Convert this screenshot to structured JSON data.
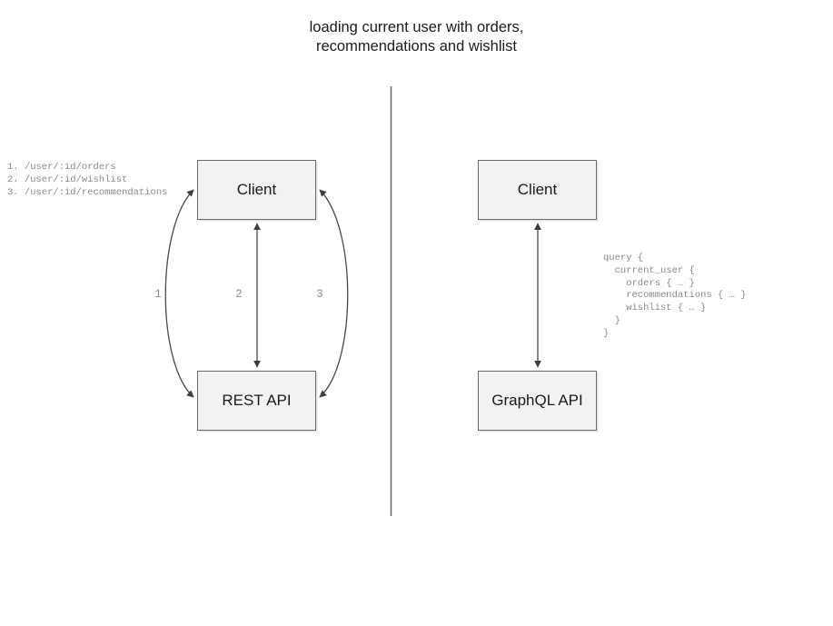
{
  "title": "loading current user with orders,\nrecommendations and wishlist",
  "divider": {
    "name": "vertical-divider",
    "color": "#6f6f6f"
  },
  "rest_side": {
    "client_label": "Client",
    "api_label": "REST API",
    "endpoints": "1. /user/:id/orders\n2. /user/:id/wishlist\n3. /user/:id/recommendations",
    "edge_labels": [
      "1",
      "2",
      "3"
    ]
  },
  "graphql_side": {
    "client_label": "Client",
    "api_label": "GraphQL API",
    "query": "query {\n  current_user {\n    orders { … }\n    recommendations { … }\n    wishlist { … }\n  }\n}"
  },
  "colors": {
    "box_fill": "#f2f2f2",
    "box_border": "#6b6b6b",
    "arrow": "#4a4a4a",
    "code_text": "#8a8a8a",
    "title_text": "#1c1c1c"
  }
}
